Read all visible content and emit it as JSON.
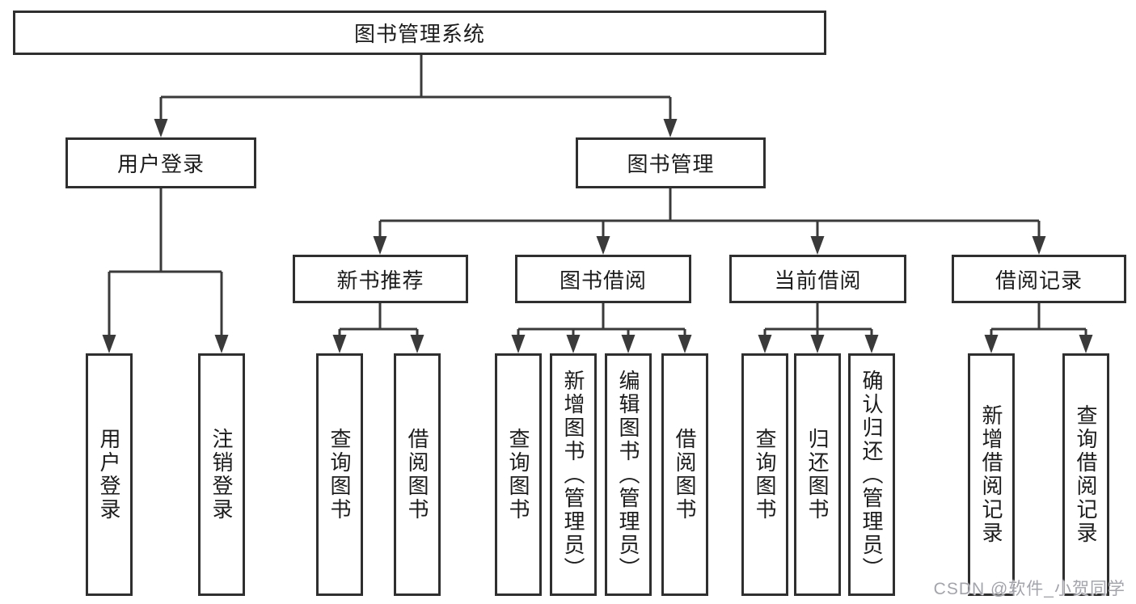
{
  "tree": {
    "root": {
      "label": "图书管理系统"
    },
    "branches": [
      {
        "label": "用户登录",
        "children": [
          {
            "label": "用户登录"
          },
          {
            "label": "注销登录"
          }
        ]
      },
      {
        "label": "图书管理",
        "groups": [
          {
            "label": "新书推荐",
            "children": [
              {
                "label": "查询图书"
              },
              {
                "label": "借阅图书"
              }
            ]
          },
          {
            "label": "图书借阅",
            "children": [
              {
                "label": "查询图书"
              },
              {
                "label": "新增图书（管理员）"
              },
              {
                "label": "编辑图书（管理员）"
              },
              {
                "label": "借阅图书"
              }
            ]
          },
          {
            "label": "当前借阅",
            "children": [
              {
                "label": "查询图书"
              },
              {
                "label": "归还图书"
              },
              {
                "label": "确认归还（管理员）"
              }
            ]
          },
          {
            "label": "借阅记录",
            "children": [
              {
                "label": "新增借阅记录"
              },
              {
                "label": "查询借阅记录"
              }
            ]
          }
        ]
      }
    ]
  },
  "watermark": {
    "text": "CSDN @软件_小贺同学"
  },
  "colors": {
    "line": "#3a3a3a",
    "box_border": "#2f2f2f",
    "text": "#1c1c1c",
    "watermark": "#a3a4ac",
    "background": "#ffffff"
  }
}
